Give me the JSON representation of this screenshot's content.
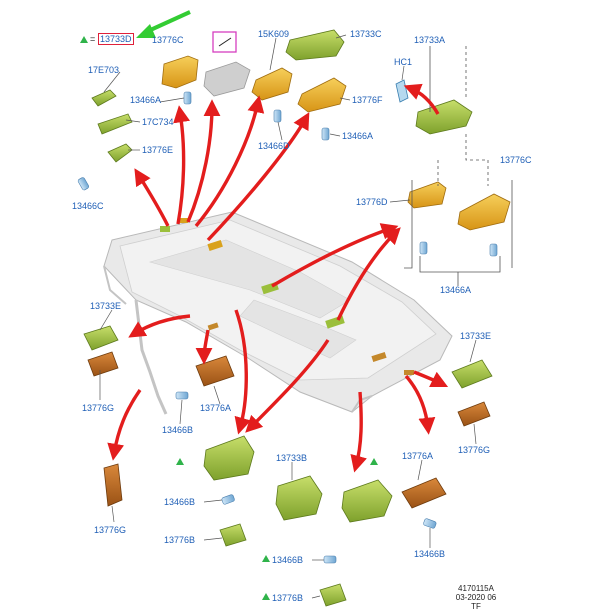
{
  "legend": {
    "equals": "=",
    "part": "13733D"
  },
  "labels": {
    "l_13776C_top": "13776C",
    "l_15K609": "15K609",
    "l_13733C": "13733C",
    "l_13733A": "13733A",
    "l_HC1": "HC1",
    "l_17E703": "17E703",
    "l_13466A_left": "13466A",
    "l_17C734": "17C734",
    "l_13776F": "13776F",
    "l_13776E": "13776E",
    "l_13466D": "13466D",
    "l_13466A_mid": "13466A",
    "l_13466C": "13466C",
    "l_13776C_right": "13776C",
    "l_13776D": "13776D",
    "l_13466A_right": "13466A",
    "l_13733E_left": "13733E",
    "l_13733E_right": "13733E",
    "l_13776G_left": "13776G",
    "l_13776A_left": "13776A",
    "l_13466B_left": "13466B",
    "l_13776G_right": "13776G",
    "l_13776G_bottom": "13776G",
    "l_13733B": "13733B",
    "l_13466B_cl": "13466B",
    "l_13776A_right": "13776A",
    "l_13776B_cl": "13776B",
    "l_13466B_right": "13466B",
    "l_13466B_bottom": "13466B",
    "l_13776B_bottom": "13776B"
  },
  "footer": {
    "line1": "4170115A",
    "line2": "03-2020 06",
    "line3": "TF"
  },
  "colors": {
    "callout": "#1f5fb6",
    "arrow": "#e31d1d",
    "green_part": "#9bbf3b",
    "yellow_part": "#e8a823",
    "orange_part": "#b86a25",
    "bulb": "#8fc0e6",
    "legend_arrow": "#33cc33",
    "marker": "#2fb34a"
  }
}
